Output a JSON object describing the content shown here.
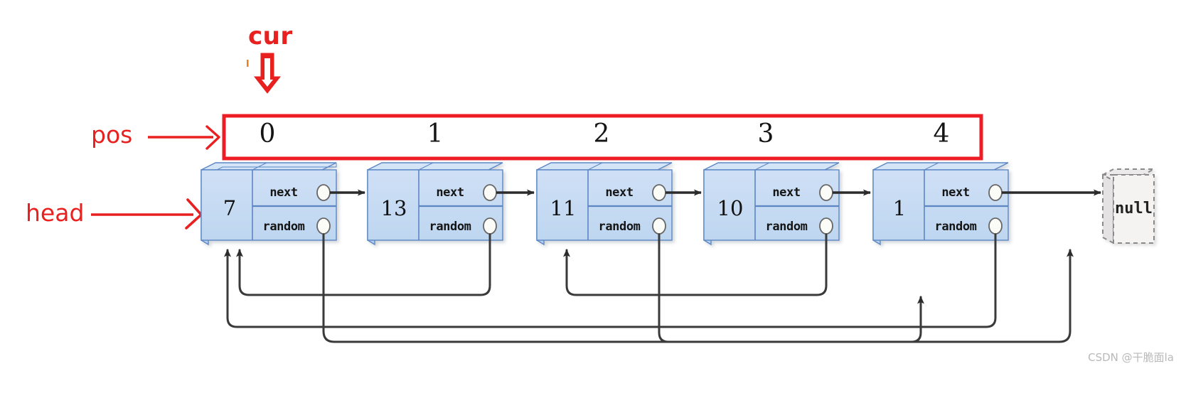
{
  "diagram": {
    "title": "Linked list with random pointers",
    "colors": {
      "pointer_red": "#e8201f",
      "node_face": "#c3d9f2",
      "node_top": "#d4e4f7",
      "node_side": "#b3cdeb",
      "node_border": "#4a7fbf",
      "arrow_dark": "#333333",
      "null_fill": "#f1f1f1",
      "null_border": "#8a8a8a",
      "watermark": "#b9b9b9"
    }
  },
  "labels": {
    "cur": "cur",
    "pos": "pos",
    "head": "head"
  },
  "pos_row": {
    "name": "pos-index-row",
    "indices": [
      "0",
      "1",
      "2",
      "3",
      "4"
    ]
  },
  "nodes": [
    {
      "value": "7",
      "next_label": "next",
      "random_label": "random"
    },
    {
      "value": "13",
      "next_label": "next",
      "random_label": "random"
    },
    {
      "value": "11",
      "next_label": "next",
      "random_label": "random"
    },
    {
      "value": "10",
      "next_label": "next",
      "random_label": "random"
    },
    {
      "value": "1",
      "next_label": "next",
      "random_label": "random"
    }
  ],
  "terminator": {
    "label": "null"
  },
  "pointers": {
    "cur_points_to_index": "0",
    "next_chain": [
      "0->1",
      "1->2",
      "2->3",
      "3->4",
      "4->null"
    ],
    "random_links": [
      {
        "from": "7",
        "to": "null"
      },
      {
        "from": "13",
        "to": "7"
      },
      {
        "from": "11",
        "to": "null"
      },
      {
        "from": "10",
        "to": "11"
      },
      {
        "from": "1",
        "to": "7"
      }
    ]
  },
  "watermark": {
    "text": "CSDN @干脆面la"
  }
}
